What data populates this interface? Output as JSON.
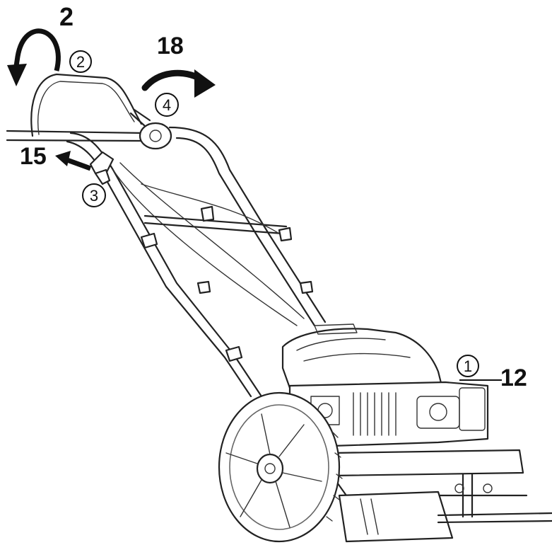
{
  "callouts": {
    "c1": {
      "marker": "1",
      "value": "12"
    },
    "c2": {
      "marker": "2",
      "value": "2"
    },
    "c3": {
      "marker": "3",
      "value": "15"
    },
    "c4": {
      "marker": "4",
      "value": "18"
    }
  },
  "colors": {
    "ink": "#111111",
    "shade": "#666666",
    "background": "#ffffff"
  },
  "icons": [
    "rotate-arrow-icon",
    "curved-arrow-icon",
    "pointer-arrow-icon"
  ]
}
